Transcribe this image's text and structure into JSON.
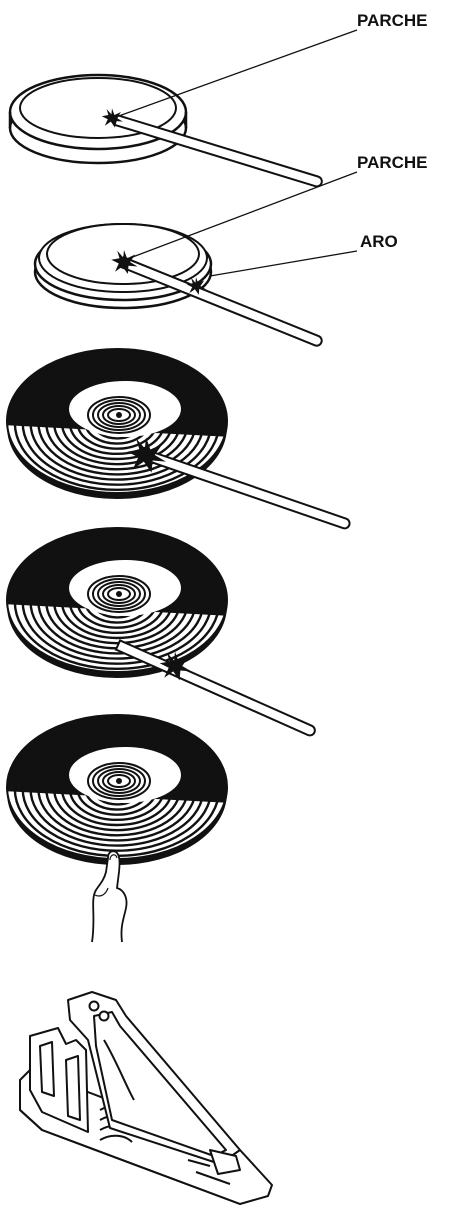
{
  "labels": {
    "head_1": "PARCHE",
    "head_2": "PARCHE",
    "rim": "ARO"
  },
  "colors": {
    "ink": "#111111",
    "paper": "#ffffff"
  },
  "figures": [
    {
      "id": "pad-head-hit",
      "icon": "drum-pad-icon"
    },
    {
      "id": "pad-head-rim-hit",
      "icon": "drum-pad-icon"
    },
    {
      "id": "cymbal-bow-hit",
      "icon": "cymbal-icon"
    },
    {
      "id": "cymbal-edge-hit",
      "icon": "cymbal-icon"
    },
    {
      "id": "cymbal-choke",
      "icon": "cymbal-icon"
    },
    {
      "id": "kick-pedal",
      "icon": "pedal-icon"
    }
  ]
}
